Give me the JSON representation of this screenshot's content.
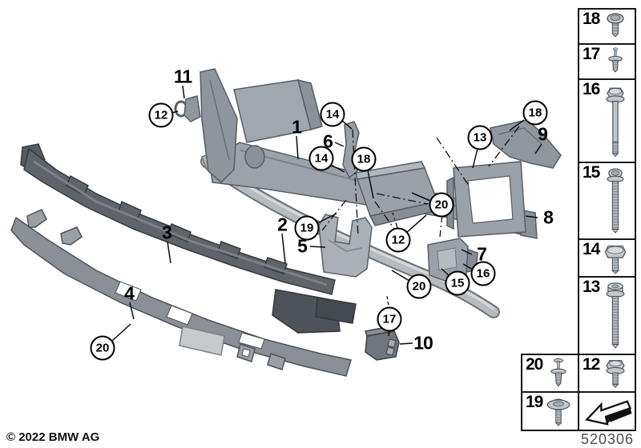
{
  "footer": {
    "copyright": "© 2022 BMW AG",
    "diagram_number": "520306"
  },
  "callouts": {
    "plain": [
      {
        "text": "1"
      },
      {
        "text": "2"
      },
      {
        "text": "3"
      },
      {
        "text": "4"
      },
      {
        "text": "5"
      },
      {
        "text": "6"
      },
      {
        "text": "7"
      },
      {
        "text": "8"
      },
      {
        "text": "9"
      },
      {
        "text": "10"
      },
      {
        "text": "11"
      }
    ],
    "circled": [
      {
        "text": "12"
      },
      {
        "text": "14"
      },
      {
        "text": "14"
      },
      {
        "text": "18"
      },
      {
        "text": "13"
      },
      {
        "text": "18"
      },
      {
        "text": "20"
      },
      {
        "text": "19"
      },
      {
        "text": "12"
      },
      {
        "text": "16"
      },
      {
        "text": "15"
      },
      {
        "text": "20"
      },
      {
        "text": "17"
      },
      {
        "text": "20"
      }
    ]
  },
  "fastener_table": {
    "main_rows": [
      {
        "num": "18",
        "icon": "pan-head-screw"
      },
      {
        "num": "17",
        "icon": "expansion-rivet"
      },
      {
        "num": "16",
        "icon": "hex-flange-bolt-long"
      },
      {
        "num": "15",
        "icon": "torx-screw-long"
      },
      {
        "num": "14",
        "icon": "hex-bolt"
      },
      {
        "num": "13",
        "icon": "cylinder-bolt-long"
      },
      {
        "num": "12",
        "icon": "hex-flange-screw"
      }
    ],
    "side_rows": [
      {
        "num": "20",
        "icon": "expansion-rivet-pin"
      },
      {
        "num": "19",
        "icon": "washer-screw"
      }
    ]
  }
}
